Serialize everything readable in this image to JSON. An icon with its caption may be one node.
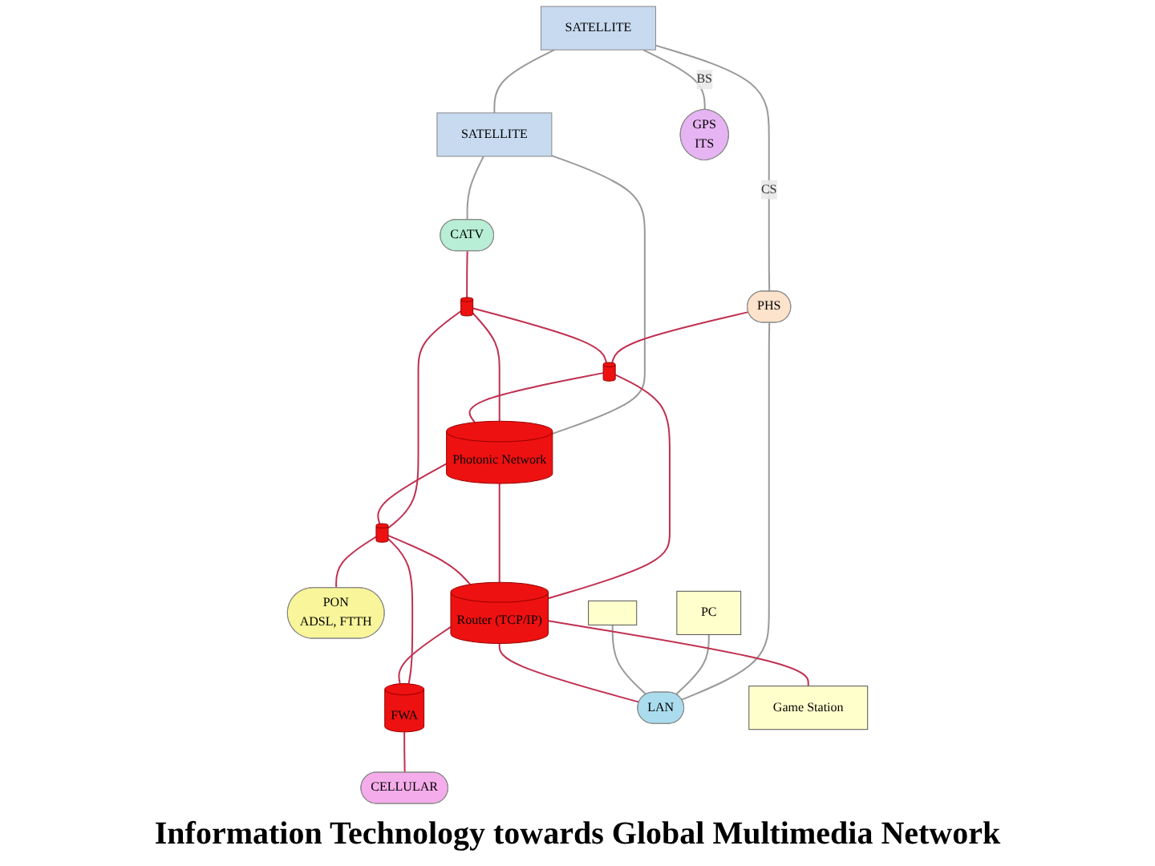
{
  "diagram": {
    "caption": "Information Technology towards Global Multimedia Network",
    "nodes": [
      {
        "text": [
          "SATELLITE"
        ]
      },
      {
        "text": [
          "SATELLITE"
        ]
      },
      {
        "text": [
          "GPS",
          "ITS"
        ]
      },
      {
        "text": [
          "CATV"
        ]
      },
      {
        "text": [
          "PHS"
        ]
      },
      {
        "text": [
          "PON",
          "ADSL, FTTH"
        ]
      },
      {
        "text": [],
        "shape": "cylinder"
      },
      {
        "text": [],
        "shape": "cylinder"
      },
      {
        "text": [
          "Photonic Network"
        ]
      },
      {
        "text": [],
        "shape": "cylinder"
      },
      {
        "text": [
          "Router (TCP/IP)"
        ]
      },
      {
        "text": [
          "FWA"
        ]
      },
      {
        "text": [
          "PC"
        ]
      },
      {
        "text": [],
        "shape": "box"
      },
      {
        "text": [
          "LAN"
        ]
      },
      {
        "text": [
          "Game Station"
        ]
      },
      {
        "text": [
          "CELLULAR"
        ]
      }
    ],
    "edges": [
      {
        "from": 0,
        "to": 1,
        "arrow": "none",
        "color": "#999999"
      },
      {
        "from": 0,
        "to": 2,
        "arrow": "none",
        "label": "BS",
        "color": "#999999"
      },
      {
        "from": 0,
        "to": 4,
        "arrow": "none",
        "label": "CS",
        "color": "#999999"
      },
      {
        "from": 1,
        "to": 3,
        "arrow": "none",
        "color": "#999999"
      },
      {
        "from": 1,
        "to": 8,
        "arrow": "none",
        "color": "#999999"
      },
      {
        "from": 3,
        "to": 6,
        "arrow": "none"
      },
      {
        "from": 4,
        "to": 7,
        "arrow": "none"
      },
      {
        "from": 6,
        "to": 7,
        "arrow": "none"
      },
      {
        "from": 6,
        "to": 8,
        "arrow": "none"
      },
      {
        "from": 6,
        "to": 9,
        "arrow": "none"
      },
      {
        "from": 7,
        "to": 8,
        "arrow": "none"
      },
      {
        "from": 8,
        "to": 9,
        "arrow": "none"
      },
      {
        "from": 9,
        "to": 5,
        "arrow": "none"
      },
      {
        "from": 7,
        "to": 10,
        "arrow": "none"
      },
      {
        "from": 8,
        "to": 10,
        "arrow": "none"
      },
      {
        "from": 9,
        "to": 10,
        "arrow": "none"
      },
      {
        "from": 9,
        "to": 11,
        "arrow": "none"
      },
      {
        "from": 10,
        "to": 11,
        "arrow": "none"
      },
      {
        "from": 4,
        "to": 14,
        "arrow": "none",
        "color": "#999999"
      },
      {
        "from": 12,
        "to": 14,
        "arrow": "none",
        "color": "#999999"
      },
      {
        "from": 13,
        "to": 14,
        "arrow": "none",
        "color": "#999999"
      },
      {
        "from": 10,
        "to": 14,
        "arrow": "none"
      },
      {
        "from": 10,
        "to": 15,
        "arrow": "none"
      },
      {
        "from": 11,
        "to": 16,
        "arrow": "none"
      }
    ]
  }
}
